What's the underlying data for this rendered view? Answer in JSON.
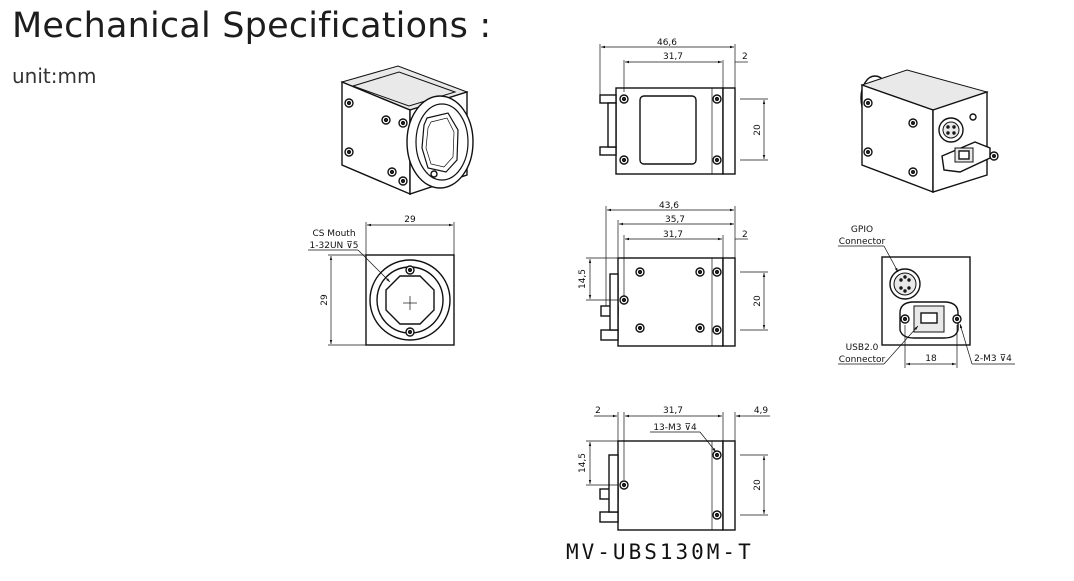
{
  "header": {
    "title": "Mechanical Specifications :",
    "unit": "unit:mm"
  },
  "model": "MV-UBS130M-T",
  "dimensions": {
    "top_view": {
      "overall": "46,6",
      "body": "31,7",
      "flange": "2",
      "height": "20"
    },
    "front_view": {
      "width": "29",
      "height": "29",
      "mount_label_1": "CS Mouth",
      "mount_label_2": "1-32UN ⊽5"
    },
    "side_view": {
      "overall": "43,6",
      "mid": "35,7",
      "body": "31,7",
      "flange": "2",
      "height": "20",
      "offset": "14,5"
    },
    "rear_view": {
      "gpio_1": "GPIO",
      "gpio_2": "Connector",
      "usb_1": "USB2.0",
      "usb_2": "Connector",
      "spacing": "18",
      "screws": "2-M3 ⊽4"
    },
    "bottom_view": {
      "flange": "2",
      "body": "31,7",
      "rear": "4,9",
      "screws": "13-M3 ⊽4",
      "height": "20",
      "offset": "14,5"
    }
  }
}
